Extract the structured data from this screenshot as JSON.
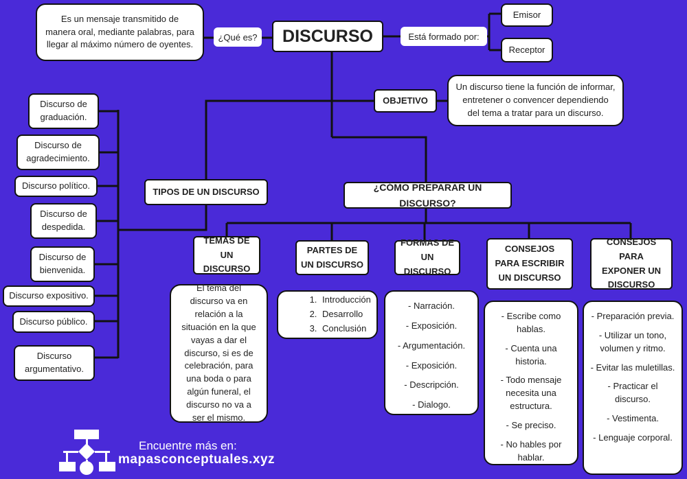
{
  "title": "DISCURSO",
  "que_es": {
    "label": "¿Qué es?",
    "definition": "Es un mensaje transmitido de manera oral, mediante palabras, para llegar al máximo número de oyentes."
  },
  "formado": {
    "label": "Está formado por:",
    "items": [
      "Emisor",
      "Receptor"
    ]
  },
  "objetivo": {
    "label": "OBJETIVO",
    "text": "Un discurso tiene la función de informar, entretener o convencer dependiendo del tema a tratar para un discurso."
  },
  "tipos": {
    "label": "TIPOS DE UN DISCURSO",
    "items": [
      "Discurso de graduación.",
      "Discurso de agradecimiento.",
      "Discurso político.",
      "Discurso de despedida.",
      "Discurso de bienvenida.",
      "Discurso expositivo.",
      "Discurso público.",
      "Discurso argumentativo."
    ]
  },
  "preparar": {
    "label": "¿CÓMO PREPARAR UN DISCURSO?"
  },
  "temas": {
    "label": "TEMAS DE UN DISCURSO",
    "text": "El tema del discurso va en relación a la situación en la que vayas a dar el discurso, si es de celebración, para una boda o para algún funeral, el discurso no va a ser el mismo."
  },
  "partes": {
    "label": "PARTES DE UN DISCURSO",
    "items": [
      {
        "n": "1.",
        "t": "Introducción"
      },
      {
        "n": "2.",
        "t": "Desarrollo"
      },
      {
        "n": "3.",
        "t": "Conclusión"
      }
    ]
  },
  "formas": {
    "label": "FORMAS DE UN DISCURSO",
    "items": [
      "- Narración.",
      "- Exposición.",
      "- Argumentación.",
      "- Exposición.",
      "- Descripción.",
      "- Dialogo."
    ]
  },
  "consejos_escribir": {
    "label": "CONSEJOS PARA ESCRIBIR UN DISCURSO",
    "items": [
      "- Escribe como hablas.",
      "- Cuenta una historia.",
      "- Todo mensaje necesita una estructura.",
      "- Se preciso.",
      "- No hables por hablar."
    ]
  },
  "consejos_exponer": {
    "label": "CONSEJOS PARA EXPONER UN DISCURSO",
    "items": [
      "- Preparación previa.",
      "- Utilizar un tono, volumen y ritmo.",
      "- Evitar las muletillas.",
      "- Practicar el discurso.",
      "- Vestimenta.",
      "- Lenguaje corporal."
    ]
  },
  "footer": {
    "line1": "Encuentre más en:",
    "line2": "mapasconceptuales.xyz"
  }
}
